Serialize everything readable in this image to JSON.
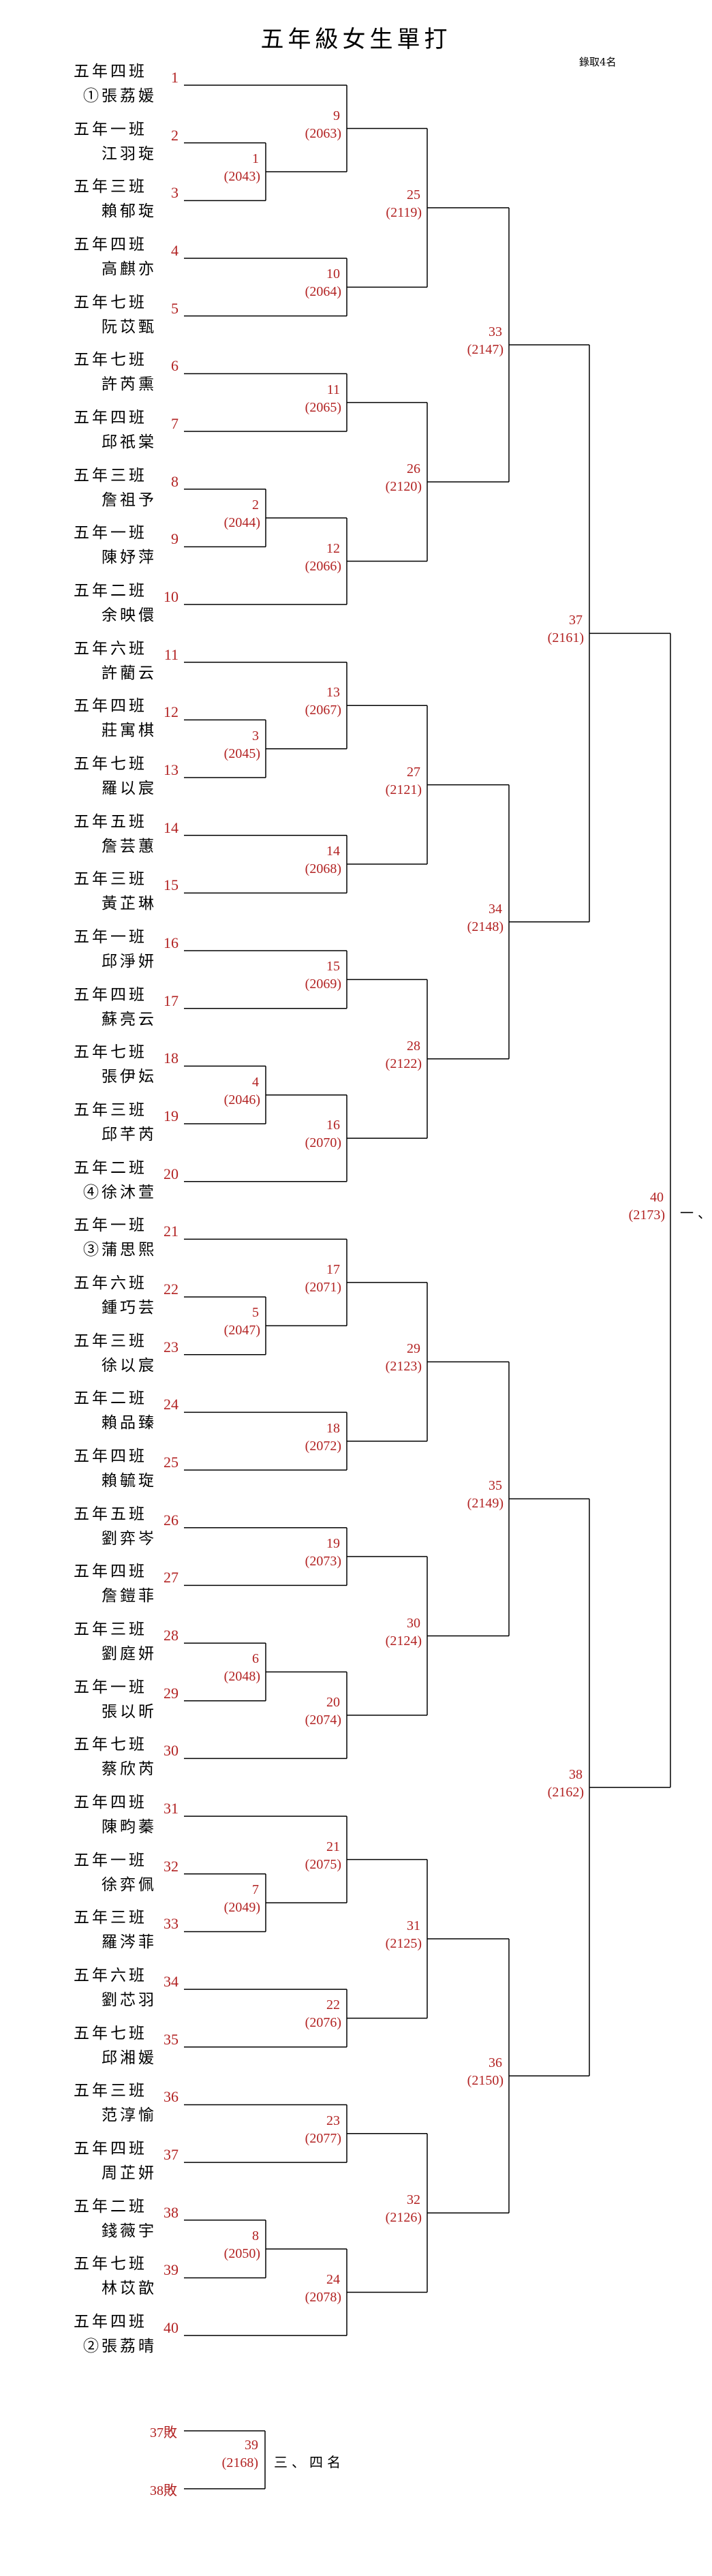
{
  "title": "五年級女生單打",
  "quota": "錄取4名",
  "players": [
    {
      "num": "1",
      "class": "五年四班",
      "name": "①張荔媛"
    },
    {
      "num": "2",
      "class": "五年一班",
      "name": "江羽琁"
    },
    {
      "num": "3",
      "class": "五年三班",
      "name": "賴郁琁"
    },
    {
      "num": "4",
      "class": "五年四班",
      "name": "高麒亦"
    },
    {
      "num": "5",
      "class": "五年七班",
      "name": "阮苡甄"
    },
    {
      "num": "6",
      "class": "五年七班",
      "name": "許芮熏"
    },
    {
      "num": "7",
      "class": "五年四班",
      "name": "邱祇棠"
    },
    {
      "num": "8",
      "class": "五年三班",
      "name": "詹祖予"
    },
    {
      "num": "9",
      "class": "五年一班",
      "name": "陳妤萍"
    },
    {
      "num": "10",
      "class": "五年二班",
      "name": "余映儇"
    },
    {
      "num": "11",
      "class": "五年六班",
      "name": "許藺云"
    },
    {
      "num": "12",
      "class": "五年四班",
      "name": "莊寓棋"
    },
    {
      "num": "13",
      "class": "五年七班",
      "name": "羅以宸"
    },
    {
      "num": "14",
      "class": "五年五班",
      "name": "詹芸蕙"
    },
    {
      "num": "15",
      "class": "五年三班",
      "name": "黃芷琳"
    },
    {
      "num": "16",
      "class": "五年一班",
      "name": "邱淨妍"
    },
    {
      "num": "17",
      "class": "五年四班",
      "name": "蘇亮云"
    },
    {
      "num": "18",
      "class": "五年七班",
      "name": "張伊妘"
    },
    {
      "num": "19",
      "class": "五年三班",
      "name": "邱芊芮"
    },
    {
      "num": "20",
      "class": "五年二班",
      "name": "④徐沐萱"
    },
    {
      "num": "21",
      "class": "五年一班",
      "name": "③蒲思熙"
    },
    {
      "num": "22",
      "class": "五年六班",
      "name": "鍾巧芸"
    },
    {
      "num": "23",
      "class": "五年三班",
      "name": "徐以宸"
    },
    {
      "num": "24",
      "class": "五年二班",
      "name": "賴品臻"
    },
    {
      "num": "25",
      "class": "五年四班",
      "name": "賴毓琁"
    },
    {
      "num": "26",
      "class": "五年五班",
      "name": "劉弈岑"
    },
    {
      "num": "27",
      "class": "五年四班",
      "name": "詹鎧菲"
    },
    {
      "num": "28",
      "class": "五年三班",
      "name": "劉庭妍"
    },
    {
      "num": "29",
      "class": "五年一班",
      "name": "張以昕"
    },
    {
      "num": "30",
      "class": "五年七班",
      "name": "蔡欣芮"
    },
    {
      "num": "31",
      "class": "五年四班",
      "name": "陳畇蓁"
    },
    {
      "num": "32",
      "class": "五年一班",
      "name": "徐弈佩"
    },
    {
      "num": "33",
      "class": "五年三班",
      "name": "羅涔菲"
    },
    {
      "num": "34",
      "class": "五年六班",
      "name": "劉芯羽"
    },
    {
      "num": "35",
      "class": "五年七班",
      "name": "邱湘媛"
    },
    {
      "num": "36",
      "class": "五年三班",
      "name": "范淳愉"
    },
    {
      "num": "37",
      "class": "五年四班",
      "name": "周芷妍"
    },
    {
      "num": "38",
      "class": "五年二班",
      "name": "錢薇宇"
    },
    {
      "num": "39",
      "class": "五年七班",
      "name": "林苡歆"
    },
    {
      "num": "40",
      "class": "五年四班",
      "name": "②張荔晴"
    }
  ],
  "matches": [
    {
      "id": "1",
      "code": "(2043)",
      "round": 1,
      "inputs": [
        "p2",
        "p3"
      ]
    },
    {
      "id": "2",
      "code": "(2044)",
      "round": 1,
      "inputs": [
        "p8",
        "p9"
      ]
    },
    {
      "id": "3",
      "code": "(2045)",
      "round": 1,
      "inputs": [
        "p12",
        "p13"
      ]
    },
    {
      "id": "4",
      "code": "(2046)",
      "round": 1,
      "inputs": [
        "p18",
        "p19"
      ]
    },
    {
      "id": "5",
      "code": "(2047)",
      "round": 1,
      "inputs": [
        "p22",
        "p23"
      ]
    },
    {
      "id": "6",
      "code": "(2048)",
      "round": 1,
      "inputs": [
        "p28",
        "p29"
      ]
    },
    {
      "id": "7",
      "code": "(2049)",
      "round": 1,
      "inputs": [
        "p32",
        "p33"
      ]
    },
    {
      "id": "8",
      "code": "(2050)",
      "round": 1,
      "inputs": [
        "p38",
        "p39"
      ]
    },
    {
      "id": "9",
      "code": "(2063)",
      "round": 2,
      "inputs": [
        "p1",
        "m1"
      ]
    },
    {
      "id": "10",
      "code": "(2064)",
      "round": 2,
      "inputs": [
        "p4",
        "p5"
      ]
    },
    {
      "id": "11",
      "code": "(2065)",
      "round": 2,
      "inputs": [
        "p6",
        "p7"
      ]
    },
    {
      "id": "12",
      "code": "(2066)",
      "round": 2,
      "inputs": [
        "m2",
        "p10"
      ]
    },
    {
      "id": "13",
      "code": "(2067)",
      "round": 2,
      "inputs": [
        "p11",
        "m3"
      ]
    },
    {
      "id": "14",
      "code": "(2068)",
      "round": 2,
      "inputs": [
        "p14",
        "p15"
      ]
    },
    {
      "id": "15",
      "code": "(2069)",
      "round": 2,
      "inputs": [
        "p16",
        "p17"
      ]
    },
    {
      "id": "16",
      "code": "(2070)",
      "round": 2,
      "inputs": [
        "m4",
        "p20"
      ]
    },
    {
      "id": "17",
      "code": "(2071)",
      "round": 2,
      "inputs": [
        "p21",
        "m5"
      ]
    },
    {
      "id": "18",
      "code": "(2072)",
      "round": 2,
      "inputs": [
        "p24",
        "p25"
      ]
    },
    {
      "id": "19",
      "code": "(2073)",
      "round": 2,
      "inputs": [
        "p26",
        "p27"
      ]
    },
    {
      "id": "20",
      "code": "(2074)",
      "round": 2,
      "inputs": [
        "m6",
        "p30"
      ]
    },
    {
      "id": "21",
      "code": "(2075)",
      "round": 2,
      "inputs": [
        "p31",
        "m7"
      ]
    },
    {
      "id": "22",
      "code": "(2076)",
      "round": 2,
      "inputs": [
        "p34",
        "p35"
      ]
    },
    {
      "id": "23",
      "code": "(2077)",
      "round": 2,
      "inputs": [
        "p36",
        "p37"
      ]
    },
    {
      "id": "24",
      "code": "(2078)",
      "round": 2,
      "inputs": [
        "m8",
        "p40"
      ]
    },
    {
      "id": "25",
      "code": "(2119)",
      "round": 3,
      "inputs": [
        "m9",
        "m10"
      ]
    },
    {
      "id": "26",
      "code": "(2120)",
      "round": 3,
      "inputs": [
        "m11",
        "m12"
      ]
    },
    {
      "id": "27",
      "code": "(2121)",
      "round": 3,
      "inputs": [
        "m13",
        "m14"
      ]
    },
    {
      "id": "28",
      "code": "(2122)",
      "round": 3,
      "inputs": [
        "m15",
        "m16"
      ]
    },
    {
      "id": "29",
      "code": "(2123)",
      "round": 3,
      "inputs": [
        "m17",
        "m18"
      ]
    },
    {
      "id": "30",
      "code": "(2124)",
      "round": 3,
      "inputs": [
        "m19",
        "m20"
      ]
    },
    {
      "id": "31",
      "code": "(2125)",
      "round": 3,
      "inputs": [
        "m21",
        "m22"
      ]
    },
    {
      "id": "32",
      "code": "(2126)",
      "round": 3,
      "inputs": [
        "m23",
        "m24"
      ]
    },
    {
      "id": "33",
      "code": "(2147)",
      "round": 4,
      "inputs": [
        "m25",
        "m26"
      ]
    },
    {
      "id": "34",
      "code": "(2148)",
      "round": 4,
      "inputs": [
        "m27",
        "m28"
      ]
    },
    {
      "id": "35",
      "code": "(2149)",
      "round": 4,
      "inputs": [
        "m29",
        "m30"
      ]
    },
    {
      "id": "36",
      "code": "(2150)",
      "round": 4,
      "inputs": [
        "m31",
        "m32"
      ]
    },
    {
      "id": "37",
      "code": "(2161)",
      "round": 5,
      "inputs": [
        "m33",
        "m34"
      ]
    },
    {
      "id": "38",
      "code": "(2162)",
      "round": 5,
      "inputs": [
        "m35",
        "m36"
      ]
    },
    {
      "id": "40",
      "code": "(2173)",
      "round": 6,
      "inputs": [
        "m37",
        "m38"
      ]
    }
  ],
  "final_place_label": "一、",
  "third_place": {
    "top_label": "37敗",
    "bottom_label": "38敗",
    "match_id": "39",
    "code": "(2168)",
    "place_label": "三、四名"
  }
}
